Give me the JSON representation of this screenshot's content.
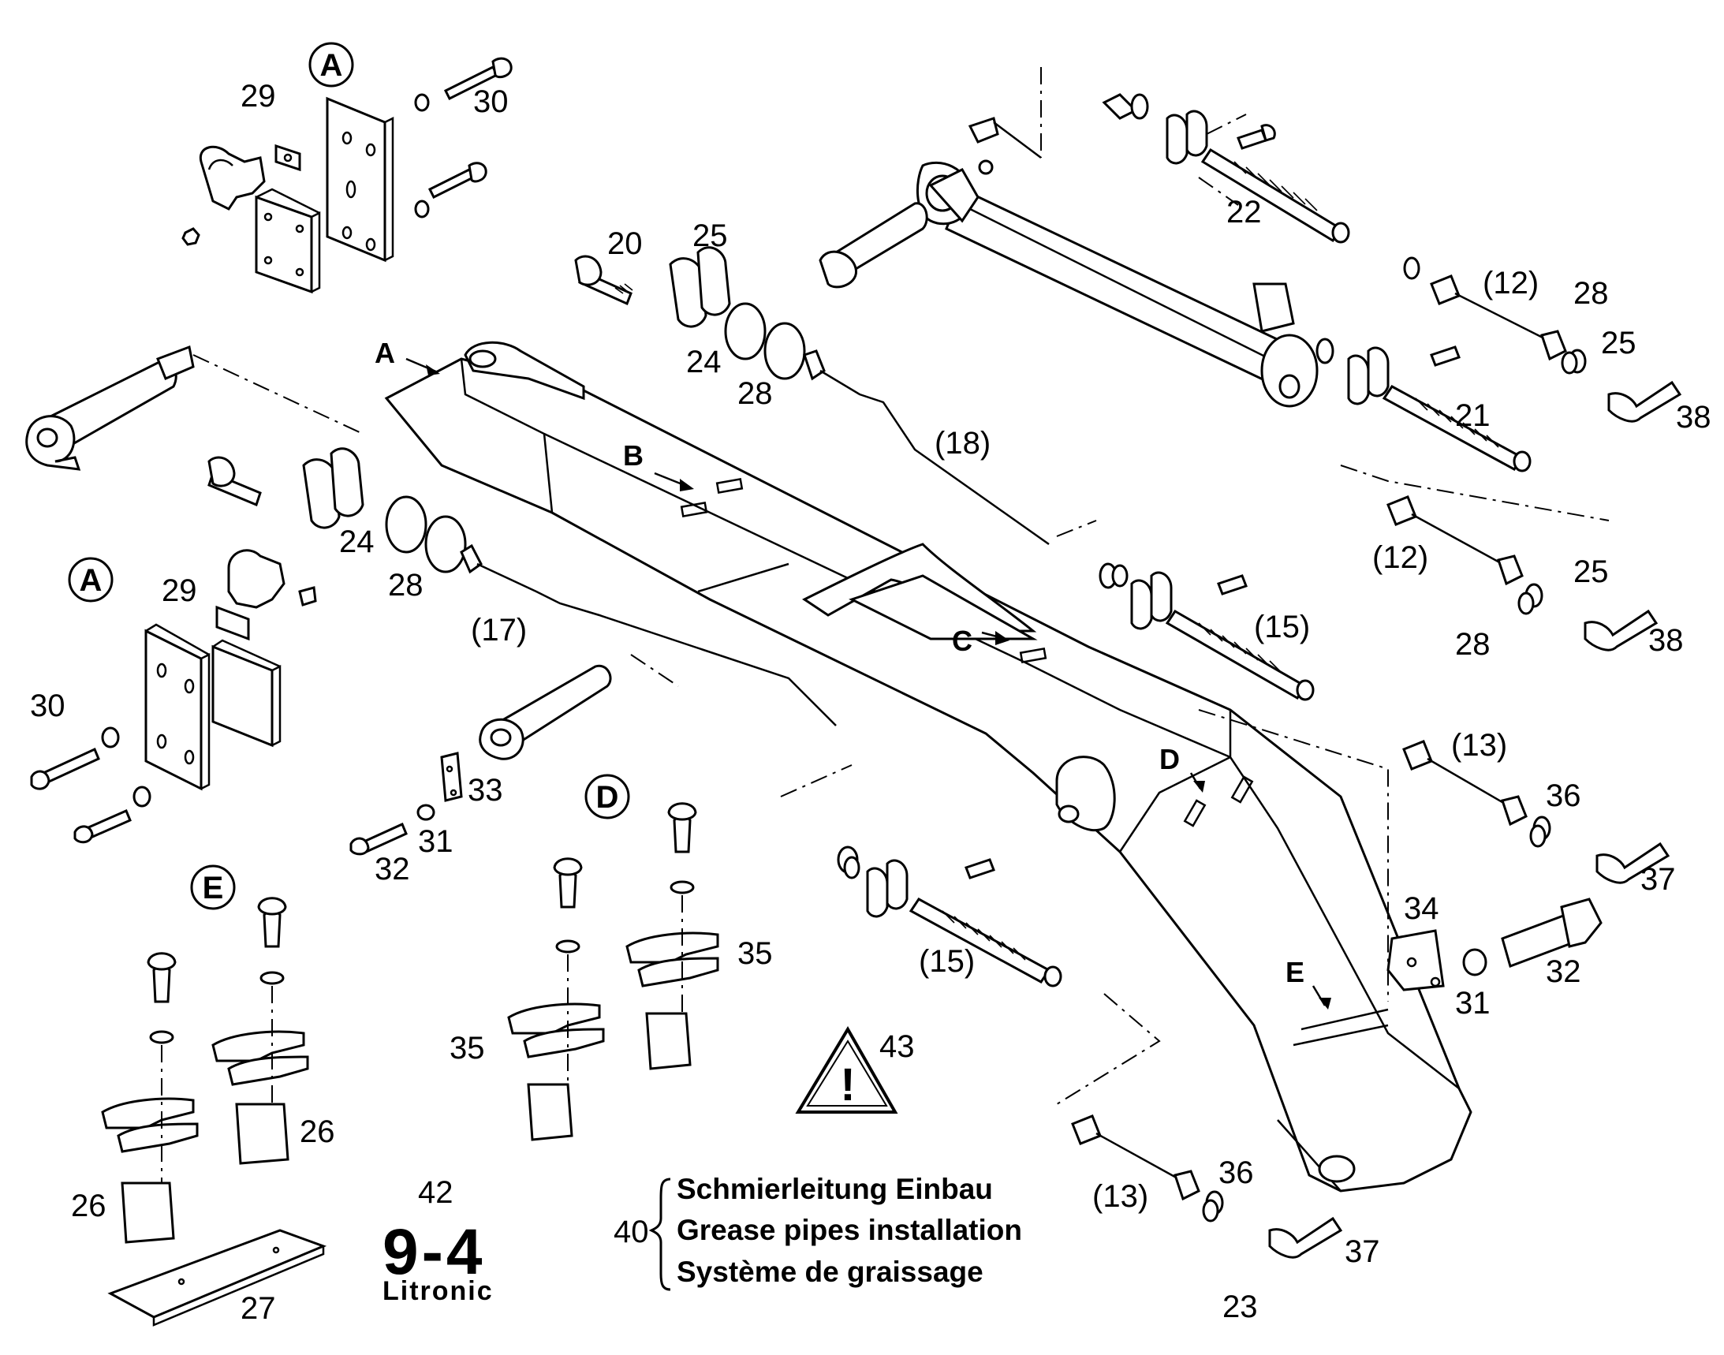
{
  "callouts": {
    "circle_a_top": "A",
    "circle_a_left": "A",
    "circle_d": "D",
    "circle_e": "E",
    "n29_top": "29",
    "n30_top": "30",
    "n20": "20",
    "n25_top": "25",
    "n24_top": "24",
    "n28_top": "28",
    "n22": "22",
    "n12_top": "(12)",
    "n28_right": "28",
    "n25_right": "25",
    "n38_top": "38",
    "n21": "21",
    "n18": "(18)",
    "n12_mid": "(12)",
    "n25_mid": "25",
    "n28_mid": "28",
    "n38_mid": "38",
    "n24_left": "24",
    "n28_left": "28",
    "n29_left": "29",
    "n30_left": "30",
    "n17": "(17)",
    "n15_top": "(15)",
    "n13_mid": "(13)",
    "n36_mid": "36",
    "n37_mid": "37",
    "n34": "34",
    "n32_right": "32",
    "n31_right": "31",
    "n33": "33",
    "n32_left": "32",
    "n31_left": "31",
    "n35_right": "35",
    "n35_left": "35",
    "n15_low": "(15)",
    "n43": "43",
    "n26_right": "26",
    "n26_left": "26",
    "n27": "27",
    "n42": "42",
    "n13_low": "(13)",
    "n36_low": "36",
    "n37_low": "37",
    "n23": "23",
    "n40": "40"
  },
  "view_arrows": {
    "a": "A",
    "b": "B",
    "c": "C",
    "d": "D",
    "e": "E"
  },
  "title": {
    "line_de": "Schmierleitung Einbau",
    "line_en": "Grease pipes installation",
    "line_fr": "Système de graissage"
  },
  "logo": {
    "mark": "9-4",
    "brand": "Litronic"
  },
  "warning_symbol": "!"
}
